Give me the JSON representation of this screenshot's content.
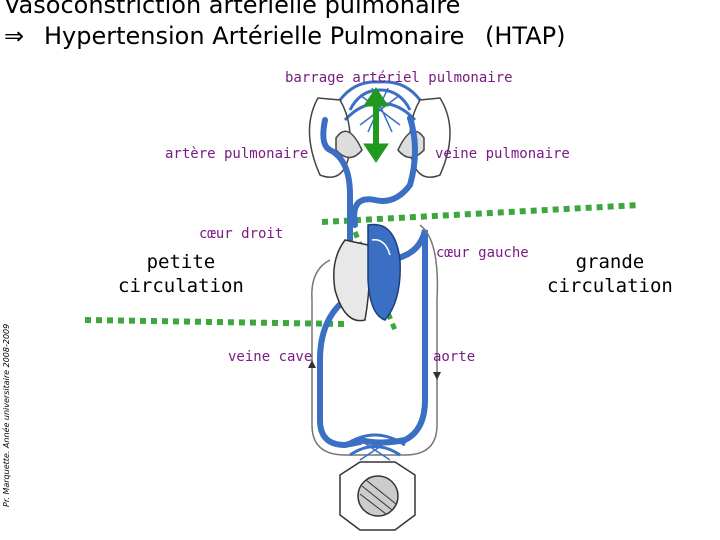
{
  "title": {
    "line1": "Vasoconstriction artérielle pulmonaire",
    "arrow_symbol": "⇒",
    "line2": "Hypertension Artérielle Pulmonaire",
    "abbrev": "(HTAP)"
  },
  "labels": {
    "barrage": "barrage artériel pulmonaire",
    "artere": "artère pulmonaire",
    "veine_pulm": "veine pulmonaire",
    "coeur_droit": "cœur droit",
    "coeur_gauche": "cœur gauche",
    "veine_cave": "veine cave",
    "aorte": "aorte",
    "petite_1": "petite",
    "petite_2": "circulation",
    "grande_1": "grande",
    "grande_2": "circulation"
  },
  "credit": "Pr. Marquette. Année universitaire 2008-2009",
  "colors": {
    "vessel_blue": "#3a6fc4",
    "label_purple": "#7a1c84",
    "dotted_green": "#3ea63e",
    "arrow_green": "#1f9a1f"
  }
}
